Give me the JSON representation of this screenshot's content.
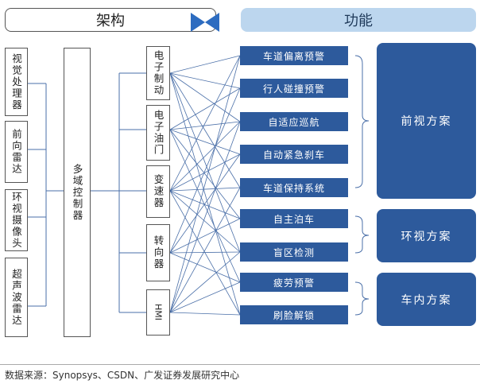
{
  "header": {
    "architecture": "架构",
    "function": "功能"
  },
  "sensors": [
    "视觉处理器",
    "前向雷达",
    "环视摄像头",
    "超声波雷达"
  ],
  "controller": "多域控制器",
  "actuators": [
    "电子制动",
    "电子油门",
    "变速器",
    "转向器",
    "HMI"
  ],
  "functions": [
    "车道偏离预警",
    "行人碰撞预警",
    "自适应巡航",
    "自动紧急刹车",
    "车道保持系统",
    "自主泊车",
    "盲区检测",
    "疲劳预警",
    "刷脸解锁"
  ],
  "schemes": [
    "前视方案",
    "环视方案",
    "车内方案"
  ],
  "footer": "数据来源：Synopsys、CSDN、广发证券发展研究中心",
  "colors": {
    "primary": "#2d5a9c",
    "header_bg": "#bcd6ee",
    "line": "#4a6fa8"
  }
}
